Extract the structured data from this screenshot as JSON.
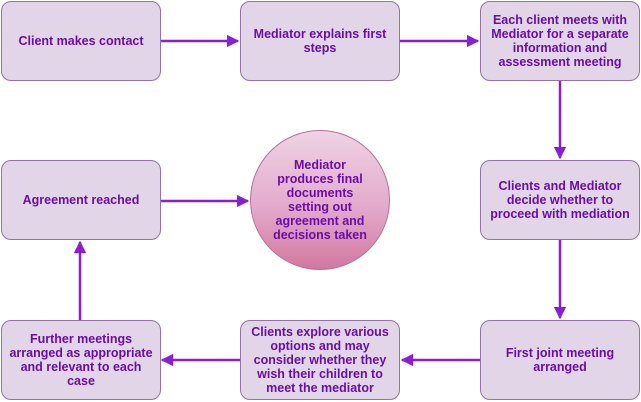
{
  "diagram": {
    "nodes": [
      {
        "id": "client-contact",
        "label": "Client makes contact"
      },
      {
        "id": "mediator-explains",
        "label": "Mediator explains first steps"
      },
      {
        "id": "separate-meeting",
        "label": "Each client meets with Mediator for a separate information and assessment meeting"
      },
      {
        "id": "decide-proceed",
        "label": "Clients and Mediator decide whether to proceed with mediation"
      },
      {
        "id": "first-joint-meeting",
        "label": "First joint meeting arranged"
      },
      {
        "id": "explore-options",
        "label": "Clients explore various options and may consider whether they wish their children to meet the mediator"
      },
      {
        "id": "further-meetings",
        "label": "Further meetings arranged as appropriate and relevant to each case"
      },
      {
        "id": "agreement-reached",
        "label": "Agreement reached"
      },
      {
        "id": "final-documents",
        "label": "Mediator produces final documents setting out agreement and decisions taken"
      }
    ],
    "edges": [
      {
        "from": "client-contact",
        "to": "mediator-explains"
      },
      {
        "from": "mediator-explains",
        "to": "separate-meeting"
      },
      {
        "from": "separate-meeting",
        "to": "decide-proceed"
      },
      {
        "from": "decide-proceed",
        "to": "first-joint-meeting"
      },
      {
        "from": "first-joint-meeting",
        "to": "explore-options"
      },
      {
        "from": "explore-options",
        "to": "further-meetings"
      },
      {
        "from": "further-meetings",
        "to": "agreement-reached"
      },
      {
        "from": "agreement-reached",
        "to": "final-documents"
      }
    ],
    "colors": {
      "box_fill": "#e1d5e7",
      "box_border": "#9673a6",
      "text": "#6a0dad",
      "arrow": "#8a1fd0",
      "circle_fill_top": "#efd3e4",
      "circle_fill_bottom": "#d2789f"
    }
  }
}
